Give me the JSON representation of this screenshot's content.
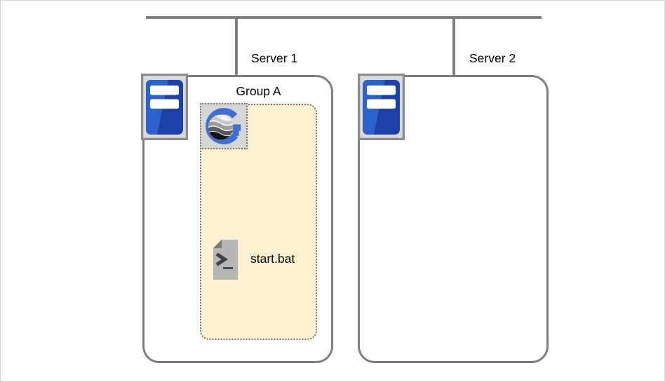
{
  "diagram": {
    "kind": "deployment-topology",
    "network": {
      "bus": "network-bus-line",
      "connector_count": 2
    },
    "servers": [
      {
        "label": "Server 1",
        "icon": "server-rack-icon",
        "group": {
          "label": "Group A",
          "logo_icon": "g-logo-icon",
          "files": [
            {
              "name": "start.bat",
              "icon": "batch-script-icon"
            }
          ]
        }
      },
      {
        "label": "Server 2",
        "icon": "server-rack-icon",
        "group": null
      }
    ],
    "colors": {
      "line_gray": "#7f7f7f",
      "box_border": "#7f7f7f",
      "group_fill": "#fbf0cf",
      "group_border": "#757575",
      "tile_fill": "#d6d6d6",
      "server_icon_frame": "#8c8c8c",
      "server_icon_blue_light": "#2c62cc",
      "server_icon_blue_dark": "#1c41a8",
      "g_logo_blue": "#3f6fd1",
      "doc_gray": "#b6b6b6",
      "doc_fold_gray": "#7a7a7a",
      "text": "#000000"
    }
  }
}
